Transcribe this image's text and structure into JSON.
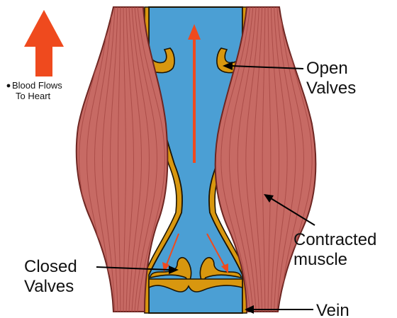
{
  "colors": {
    "muscle_fill": "#c76a64",
    "muscle_stripe": "#a84a46",
    "muscle_outline": "#6e2622",
    "vein_wall": "#d8970f",
    "vein_outline": "#1c1404",
    "blood": "#4b9fd4",
    "flow_arrow": "#ef4a1e",
    "label_arrow": "#000000"
  },
  "legend": {
    "icon": "up-arrow-icon",
    "line1": "Blood Flows",
    "line2": "To Heart"
  },
  "labels": {
    "open_valves": [
      "Open",
      "Valves"
    ],
    "contracted_muscle": [
      "Contracted",
      "muscle"
    ],
    "closed_valves": [
      "Closed",
      "Valves"
    ],
    "vein": "Vein"
  }
}
